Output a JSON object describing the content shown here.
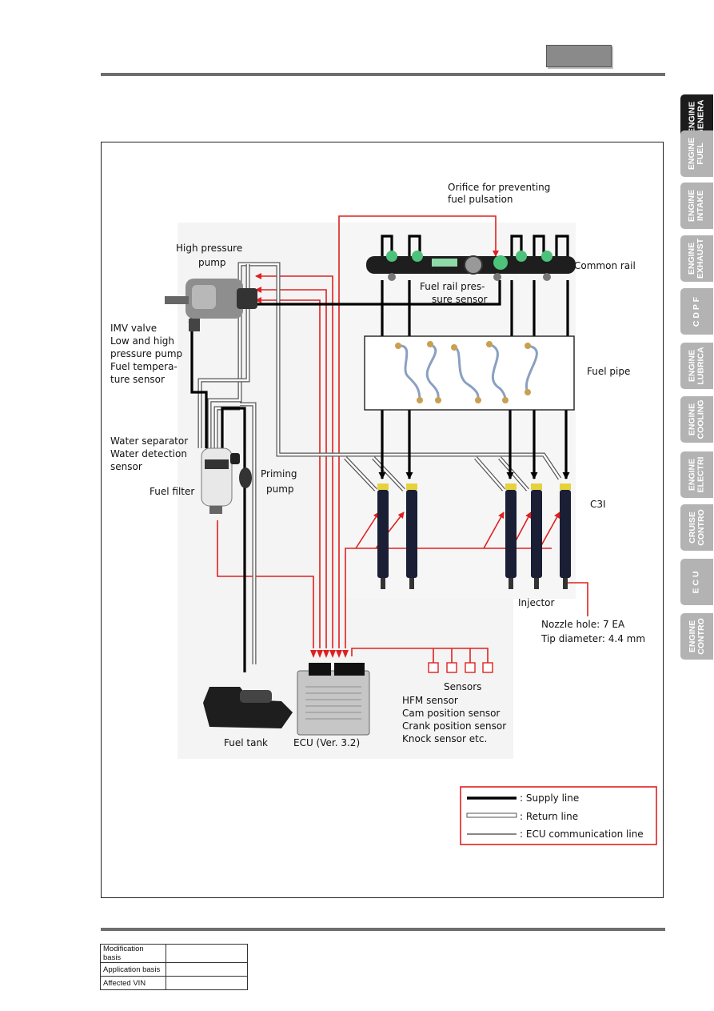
{
  "side_tabs": [
    {
      "label": "ENGINE\nGENERA",
      "active": true
    },
    {
      "label": "ENGINE\nFUEL",
      "active": false
    },
    {
      "label": "ENGINE\nINTAKE",
      "active": false
    },
    {
      "label": "ENGINE\nEXHAUST",
      "active": false
    },
    {
      "label": "C D P F",
      "active": false
    },
    {
      "label": "ENGINE\nLUBRICA",
      "active": false
    },
    {
      "label": "ENGINE\nCOOLING",
      "active": false
    },
    {
      "label": "ENGINE\nELECTRI",
      "active": false
    },
    {
      "label": "CRUISE\nCONTRO",
      "active": false
    },
    {
      "label": "E C U",
      "active": false
    },
    {
      "label": "ENGINE\nCONTRO",
      "active": false
    }
  ],
  "diagram": {
    "orifice_line1": "Orifice for preventing",
    "orifice_line2": "fuel pulsation",
    "hp_pump_line1": "High pressure",
    "hp_pump_line2": "pump",
    "common_rail": "Common rail",
    "fuel_rail_sensor_line1": "Fuel rail pres-",
    "fuel_rail_sensor_line2": "sure sensor",
    "imv_line1": "IMV valve",
    "imv_line2": "Low and high",
    "imv_line3": "pressure pump",
    "imv_line4": "Fuel tempera-",
    "imv_line5": "ture sensor",
    "fuel_pipe": "Fuel pipe",
    "water_sep_line1": "Water separator",
    "water_sep_line2": "Water detection",
    "water_sep_line3": "sensor",
    "priming_line1": "Priming",
    "priming_line2": "pump",
    "fuel_filter": "Fuel filter",
    "c3i": "C3I",
    "injector": "Injector",
    "nozzle_hole": "Nozzle hole: 7 EA",
    "tip_diameter": "Tip diameter: 4.4 mm",
    "sensors_title": "Sensors",
    "sensor_1": "HFM sensor",
    "sensor_2": "Cam position sensor",
    "sensor_3": "Crank position sensor",
    "sensor_4": "Knock sensor etc.",
    "fuel_tank": "Fuel tank",
    "ecu": "ECU (Ver. 3.2)"
  },
  "legend": {
    "supply": ": Supply line",
    "return": ": Return line",
    "ecu_comm": ": ECU communication line"
  },
  "colors": {
    "supply_line": "#000000",
    "ecu_line": "#e02020",
    "legend_border": "#e02020"
  },
  "mod_table": [
    {
      "key": "Modification basis",
      "value": ""
    },
    {
      "key": "Application basis",
      "value": ""
    },
    {
      "key": "Affected VIN",
      "value": ""
    }
  ]
}
